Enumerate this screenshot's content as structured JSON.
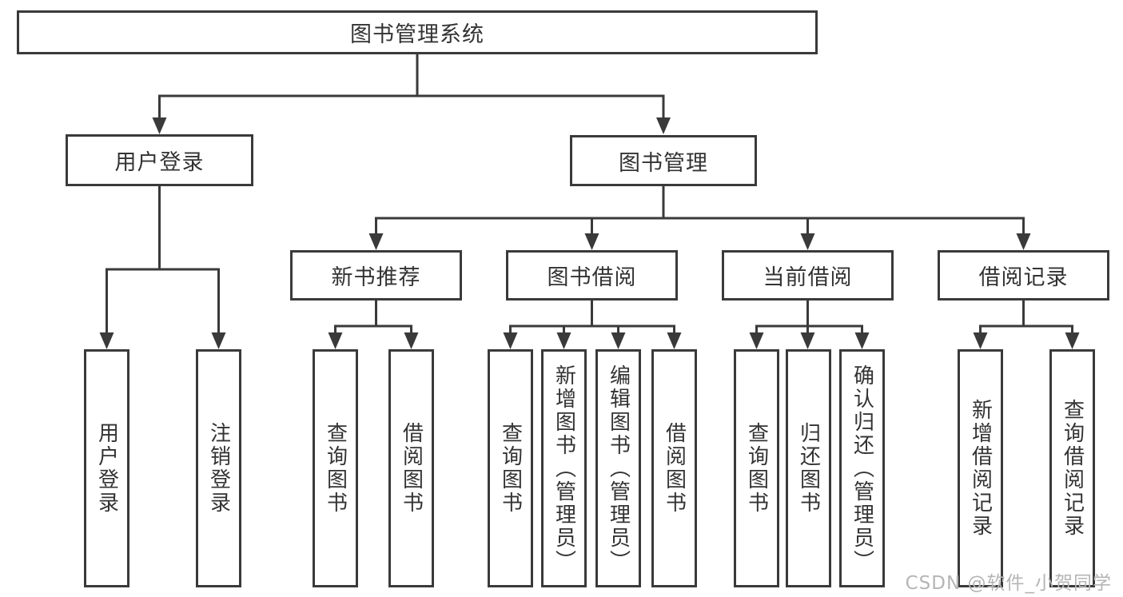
{
  "diagram": {
    "title": "图书管理系统",
    "branches": [
      {
        "label": "用户登录",
        "children": [
          "用户登录",
          "注销登录"
        ]
      },
      {
        "label": "图书管理",
        "children": [
          {
            "label": "新书推荐",
            "children": [
              "查询图书",
              "借阅图书"
            ]
          },
          {
            "label": "图书借阅",
            "children": [
              "查询图书",
              "新增图书（管理员）",
              "编辑图书（管理员）",
              "借阅图书"
            ]
          },
          {
            "label": "当前借阅",
            "children": [
              "查询图书",
              "归还图书",
              "确认归还（管理员）"
            ]
          },
          {
            "label": "借阅记录",
            "children": [
              "新增借阅记录",
              "查询借阅记录"
            ]
          }
        ]
      }
    ]
  },
  "watermark": "CSDN @软件_小贺同学",
  "colors": {
    "line": "#3a3a3a",
    "text": "#333333",
    "watermark": "#b5b5b5",
    "background": "#ffffff"
  }
}
